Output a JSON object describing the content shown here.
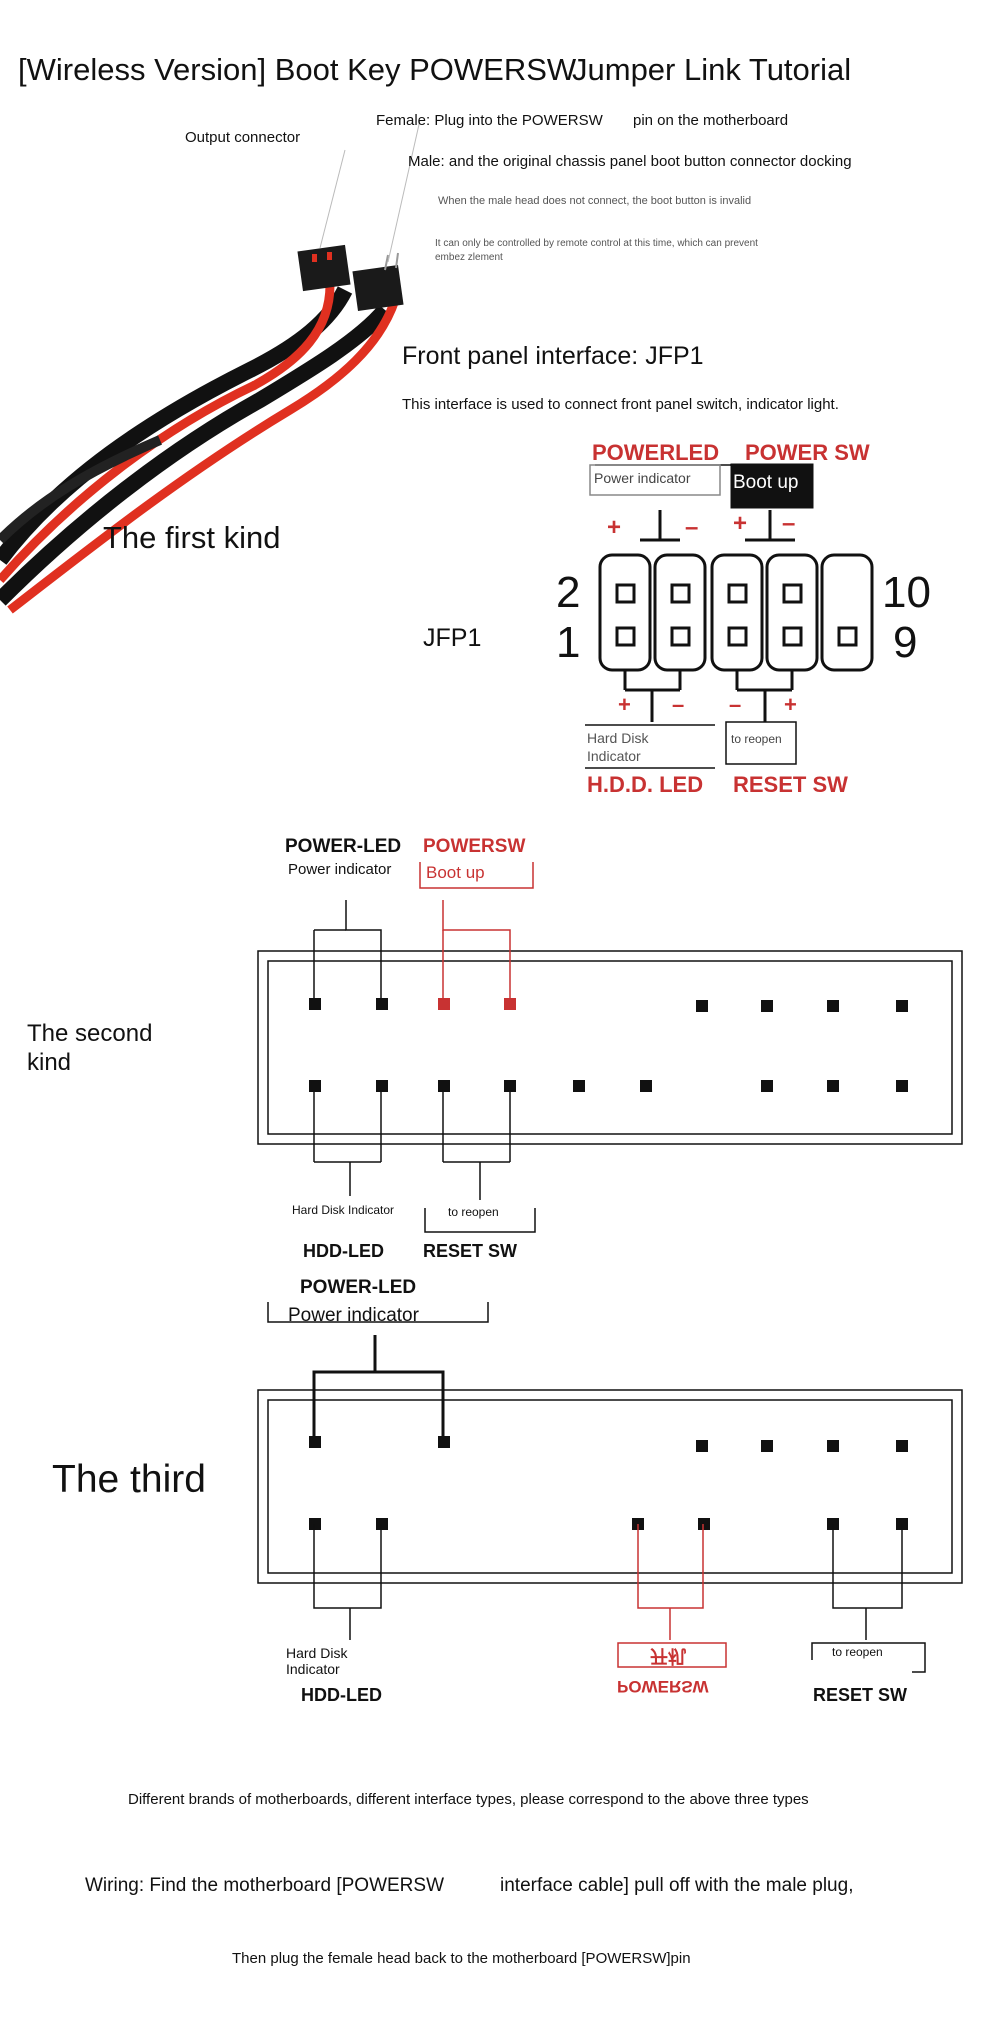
{
  "header": {
    "title_left": "[Wireless Version] Boot Key POWERSW",
    "title_right": "Jumper Link Tutorial"
  },
  "cable_notes": {
    "output_connector": "Output connector",
    "female_a": "Female: Plug into the POWERSW",
    "female_b": "pin on the motherboard",
    "male": "Male: and the original chassis panel boot button connector docking",
    "note1": "When the male head does not connect, the boot button is invalid",
    "note2a": "It can only be controlled by remote control at this time, which can prevent",
    "note2b": "embez zlement"
  },
  "first_kind": {
    "label": "The first kind",
    "interface_title": "Front panel interface: JFP1",
    "interface_desc": "This interface is used to connect front panel switch, indicator light.",
    "jfp_label": "JFP1",
    "power_led": "POWERLED",
    "power_sw": "POWER SW",
    "power_indicator": "Power indicator",
    "boot_up": "Boot up",
    "plus": "+",
    "minus": "–",
    "num_2": "2",
    "num_1": "1",
    "num_10": "10",
    "num_9": "9",
    "hdd_indicator_a": "Hard Disk",
    "hdd_indicator_b": "Indicator",
    "to_reopen": "to reopen",
    "hdd_led": "H.D.D. LED",
    "reset_sw": "RESET SW"
  },
  "second_kind": {
    "label_a": "The second",
    "label_b": "kind",
    "power_led": "POWER-LED",
    "powersw": "POWERSW",
    "power_indicator": "Power indicator",
    "boot_up": "Boot up",
    "hdd_indicator": "Hard Disk Indicator",
    "to_reopen": "to reopen",
    "hdd_led": "HDD-LED",
    "reset_sw": "RESET SW"
  },
  "third_kind": {
    "label": "The third",
    "power_led": "POWER-LED",
    "power_indicator": "Power indicator",
    "hdd_indicator_a": "Hard Disk",
    "hdd_indicator_b": "Indicator",
    "hdd_led": "HDD-LED",
    "boot_up_mirrored": "开机",
    "powersw_mirrored": "POWERSW",
    "to_reopen": "to reopen",
    "reset_sw": "RESET SW"
  },
  "footer": {
    "line1": "Different brands of motherboards, different interface types, please correspond to the above three types",
    "line2a": "Wiring: Find the motherboard [POWERSW",
    "line2b": "interface cable] pull off with the male plug,",
    "line3": "Then plug the female head back to the motherboard [POWERSW]pin"
  },
  "colors": {
    "red": "#c83232",
    "black": "#111111",
    "cable_red": "#e03020"
  }
}
